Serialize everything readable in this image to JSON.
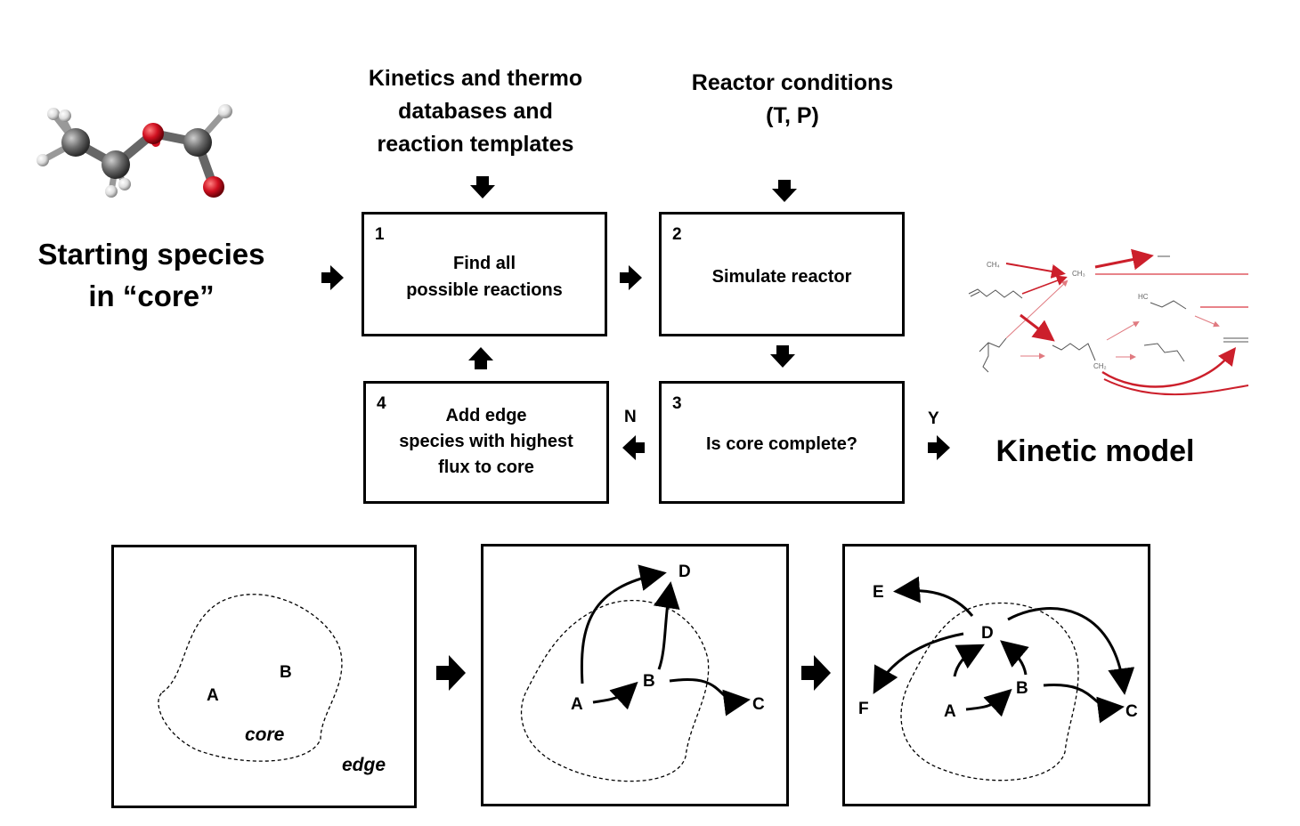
{
  "inputs": {
    "databases": "Kinetics and thermo\ndatabases and\nreaction templates",
    "reactor_conditions": "Reactor conditions\n(T, P)"
  },
  "starting_species": "Starting species\nin “core”",
  "kinetic_model": "Kinetic model",
  "steps": [
    {
      "num": "1",
      "text": "Find all\npossible reactions"
    },
    {
      "num": "2",
      "text": "Simulate reactor"
    },
    {
      "num": "3",
      "text": "Is core complete?"
    },
    {
      "num": "4",
      "text": "Add edge\nspecies with highest\nflux to core"
    }
  ],
  "decision": {
    "no": "N",
    "yes": "Y"
  },
  "panels": [
    {
      "nodes": [
        "A",
        "B"
      ],
      "core_label": "core",
      "edge_label": "edge"
    },
    {
      "nodes": [
        "A",
        "B",
        "C",
        "D"
      ]
    },
    {
      "nodes": [
        "A",
        "B",
        "C",
        "D",
        "E",
        "F"
      ]
    }
  ],
  "network_sketch": {
    "labels": [
      "CH₄",
      "CH₃",
      "HC",
      "CH₂"
    ]
  },
  "colors": {
    "reaction_arrow": "#cc1f2b",
    "oxygen": "#d01020",
    "carbon": "#666666",
    "hydrogen": "#e6e6e6"
  }
}
